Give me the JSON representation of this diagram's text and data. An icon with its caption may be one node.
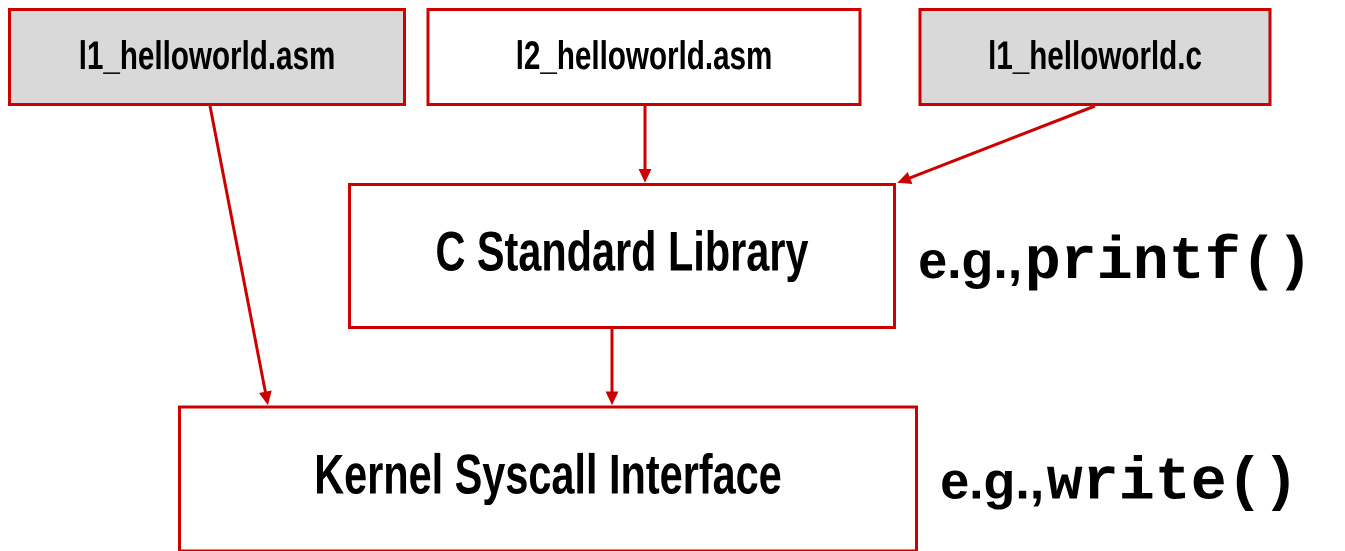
{
  "diagram": {
    "nodes": [
      {
        "text": [
          "l1_helloworld.asm"
        ]
      },
      {
        "text": [
          "l2_helloworld.asm"
        ]
      },
      {
        "text": [
          "l1_helloworld.c"
        ]
      },
      {
        "text": [
          "C Standard Library"
        ],
        "beside": [
          "e.g.,",
          "printf()"
        ]
      },
      {
        "text": [
          "Kernel Syscall Interface"
        ],
        "beside": [
          "e.g.,",
          "write()"
        ]
      }
    ],
    "edges": [
      {
        "from": 0,
        "to": 4,
        "arrow": "to"
      },
      {
        "from": 1,
        "to": 3,
        "arrow": "to"
      },
      {
        "from": 2,
        "to": 3,
        "arrow": "to"
      },
      {
        "from": 3,
        "to": 4,
        "arrow": "to"
      }
    ]
  }
}
